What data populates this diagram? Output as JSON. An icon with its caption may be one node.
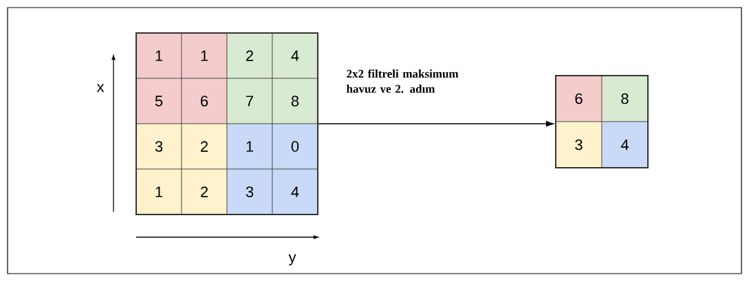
{
  "diagram": {
    "nodes": [
      {
        "text": [],
        "shape": "box"
      },
      {
        "text": [
          "1"
        ],
        "in": 0
      },
      {
        "text": [
          "1"
        ],
        "in": 0
      },
      {
        "text": [
          "2"
        ],
        "in": 0
      },
      {
        "text": [
          "4"
        ],
        "in": 0
      },
      {
        "text": [
          "5"
        ],
        "in": 0
      },
      {
        "text": [
          "6"
        ],
        "in": 0
      },
      {
        "text": [
          "7"
        ],
        "in": 0
      },
      {
        "text": [
          "8"
        ],
        "in": 0
      },
      {
        "text": [
          "3"
        ],
        "in": 0
      },
      {
        "text": [
          "2"
        ],
        "in": 0
      },
      {
        "text": [
          "1"
        ],
        "in": 0
      },
      {
        "text": [
          "0"
        ],
        "in": 0
      },
      {
        "text": [
          "1"
        ],
        "in": 0
      },
      {
        "text": [
          "2"
        ],
        "in": 0
      },
      {
        "text": [
          "3"
        ],
        "in": 0
      },
      {
        "text": [
          "4"
        ],
        "in": 0
      },
      {
        "text": [],
        "shape": "box"
      },
      {
        "text": [
          "6"
        ],
        "in": 17
      },
      {
        "text": [
          "8"
        ],
        "in": 17
      },
      {
        "text": [
          "3"
        ],
        "in": 17
      },
      {
        "text": [
          "4"
        ],
        "in": 17
      }
    ],
    "edges": [
      {
        "from": 0,
        "to": 17,
        "arrow": "to",
        "label": "2x2 filtreli maksimum havuz ve 2. adım"
      }
    ],
    "labels": [
      "x",
      "y"
    ]
  }
}
